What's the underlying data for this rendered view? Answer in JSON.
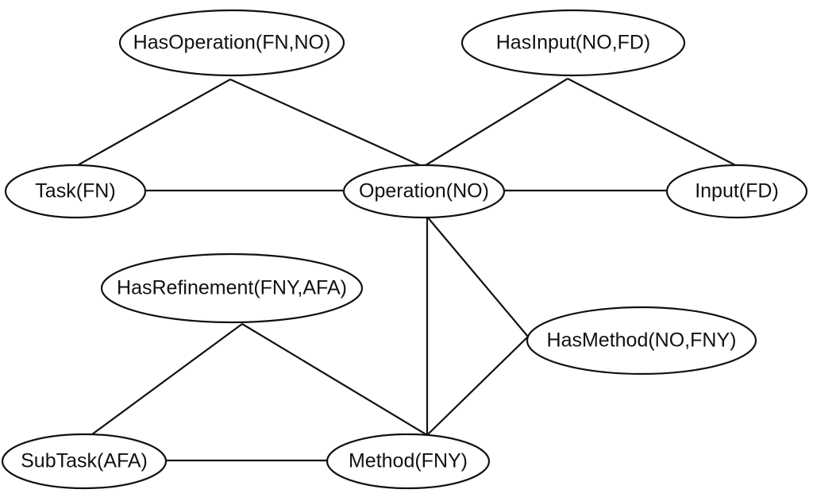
{
  "nodes": {
    "has_operation": "HasOperation(FN,NO)",
    "has_input": "HasInput(NO,FD)",
    "task": "Task(FN)",
    "operation": "Operation(NO)",
    "input": "Input(FD)",
    "has_refinement": "HasRefinement(FNY,AFA)",
    "has_method": "HasMethod(NO,FNY)",
    "subtask": "SubTask(AFA)",
    "method": "Method(FNY)"
  },
  "edges": [
    [
      "has_operation",
      "task"
    ],
    [
      "has_operation",
      "operation"
    ],
    [
      "has_input",
      "operation"
    ],
    [
      "has_input",
      "input"
    ],
    [
      "task",
      "operation"
    ],
    [
      "operation",
      "input"
    ],
    [
      "operation",
      "method"
    ],
    [
      "operation",
      "has_method"
    ],
    [
      "has_method",
      "method"
    ],
    [
      "has_refinement",
      "subtask"
    ],
    [
      "has_refinement",
      "method"
    ],
    [
      "subtask",
      "method"
    ]
  ]
}
